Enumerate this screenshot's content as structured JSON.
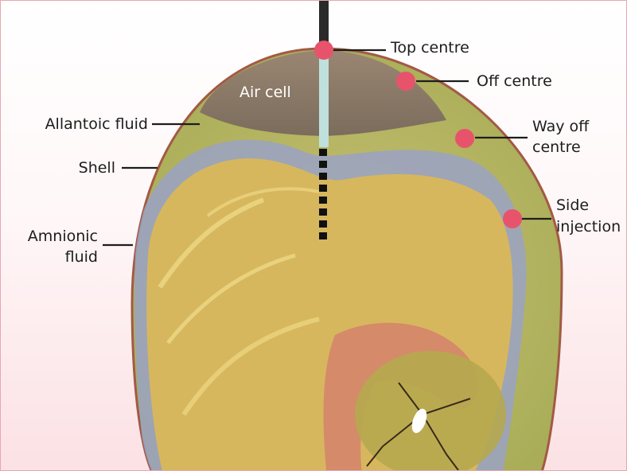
{
  "labels": {
    "air_cell": "Air cell",
    "allantoic_fluid": "Allantoic fluid",
    "shell": "Shell",
    "amnionic_fluid_line1": "Amnionic",
    "amnionic_fluid_line2": "fluid",
    "top_centre": "Top centre",
    "off_centre": "Off centre",
    "way_off_centre_line1": "Way off",
    "way_off_centre_line2": "centre",
    "side_injection_line1": "Side",
    "side_injection_line2": "injection"
  },
  "colors": {
    "injection_point": "#e8536c",
    "shell": "#a25a45",
    "air_cell": "#8a7a68",
    "allantoic_fluid": "#bcc167",
    "amnionic_membrane": "#7f86ad",
    "chick": "#e0c06a"
  }
}
